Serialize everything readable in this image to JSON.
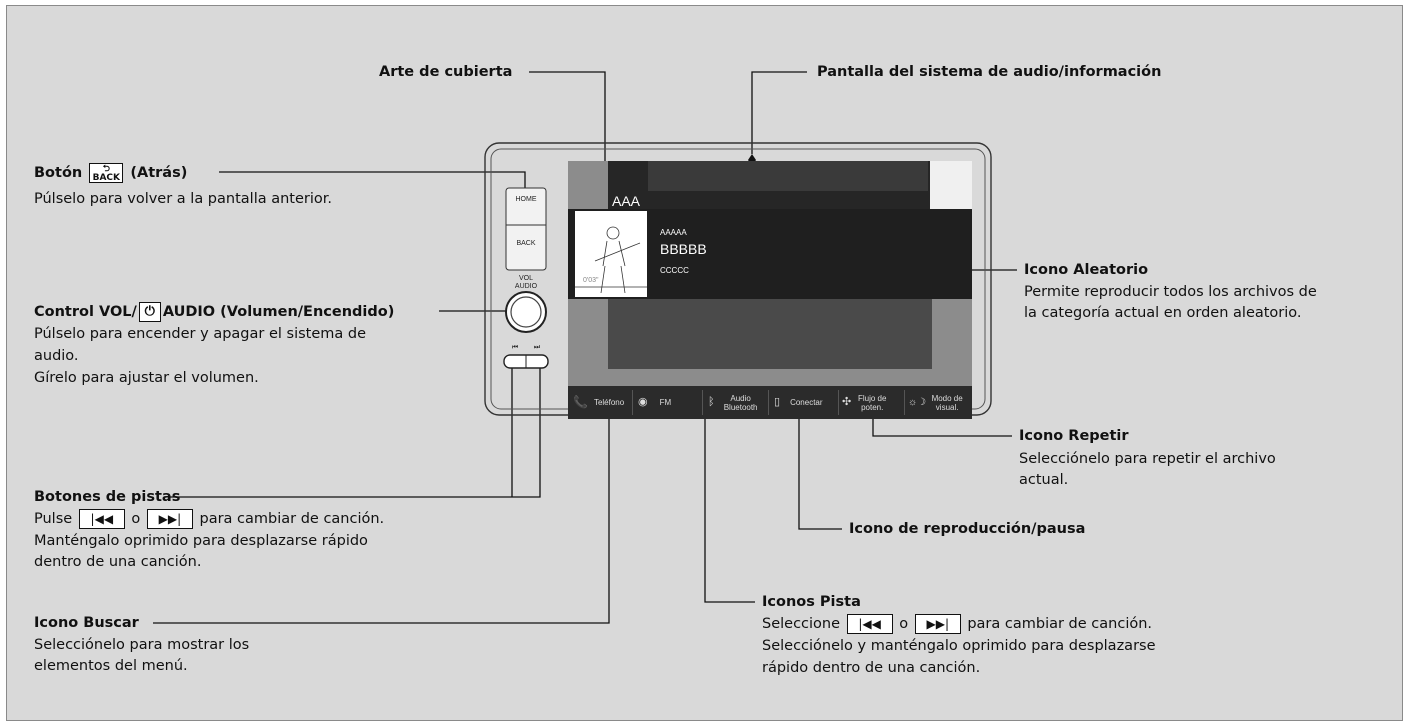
{
  "labels": {
    "cover_art": "Arte de cubierta",
    "audio_screen": "Pantalla del sistema de audio/información",
    "back_button_pre": "Botón",
    "back_button_post": "(Atrás)",
    "back_button_desc": "Púlselo para volver a la pantalla anterior.",
    "vol_control_pre": "Control VOL/",
    "vol_control_post": "AUDIO (Volumen/Encendido)",
    "vol_desc1": "Púlselo para encender y apagar el sistema de",
    "vol_desc2": "audio.",
    "vol_desc3": "Gírelo para ajustar el volumen.",
    "track_buttons": "Botones de pistas",
    "track_desc1_pre": "Pulse",
    "track_desc1_or": "o",
    "track_desc1_post": "para cambiar de canción.",
    "track_desc2": "Manténgalo oprimido para desplazarse rápido",
    "track_desc3": "dentro de una canción.",
    "search_icon": "Icono Buscar",
    "search_desc1": "Selecciónelo para mostrar los",
    "search_desc2": "elementos del menú.",
    "shuffle_icon": "Icono Aleatorio",
    "shuffle_desc1": "Permite reproducir todos los archivos de",
    "shuffle_desc2": "la categoría actual en orden aleatorio.",
    "repeat_icon": "Icono Repetir",
    "repeat_desc1": "Selecciónelo para repetir el archivo",
    "repeat_desc2": "actual.",
    "play_pause_icon": "Icono de reproducción/pausa",
    "track_icons": "Iconos Pista",
    "track_icons_desc1_pre": "Seleccione",
    "track_icons_desc1_or": "o",
    "track_icons_desc1_post": "para cambiar de canción.",
    "track_icons_desc2": "Selecciónelo y manténgalo oprimido para desplazarse",
    "track_icons_desc3": "rápido dentro de una canción."
  },
  "back_key": "BACK",
  "unit": {
    "home": "HOME",
    "back": "BACK",
    "vol": "VOL",
    "audio": "AUDIO"
  },
  "screen": {
    "source_label": "AAA",
    "line1": "AAAAA",
    "line2": "BBBBB",
    "line3": "CCCCC",
    "time": "0'03\"",
    "bar": [
      {
        "icon": "phone-icon",
        "label": "Teléfono"
      },
      {
        "icon": "fm-icon",
        "label": "FM"
      },
      {
        "icon": "bluetooth-icon",
        "label": "Audio Bluetooth"
      },
      {
        "icon": "smartphone-icon",
        "label": "Conectar"
      },
      {
        "icon": "fan-icon",
        "label": "Flujo de poten."
      },
      {
        "icon": "display-mode-icon",
        "label": "Modo de visual."
      }
    ]
  }
}
